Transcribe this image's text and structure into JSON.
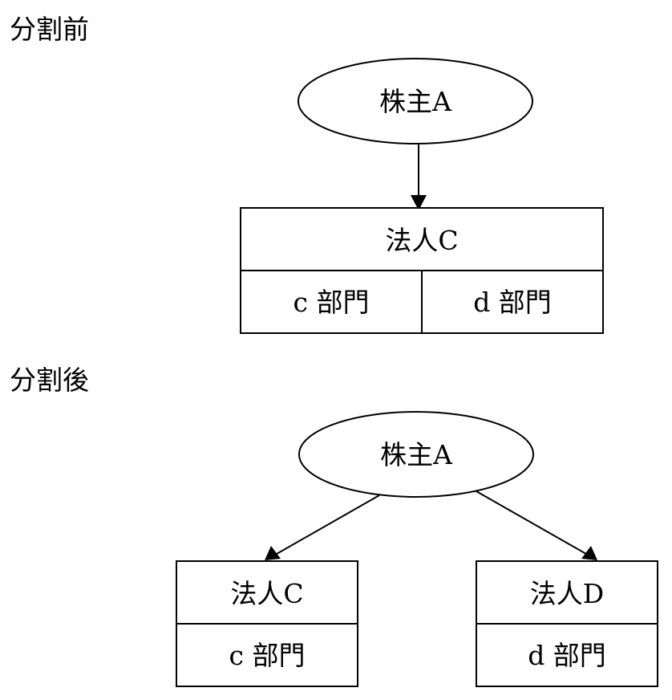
{
  "before": {
    "heading": "分割前",
    "shareholder": "株主A",
    "corporation": "法人C",
    "departments": [
      "c 部門",
      "d 部門"
    ]
  },
  "after": {
    "heading": "分割後",
    "shareholder": "株主A",
    "corporations": [
      {
        "name": "法人C",
        "department": "c 部門"
      },
      {
        "name": "法人D",
        "department": "d 部門"
      }
    ]
  }
}
